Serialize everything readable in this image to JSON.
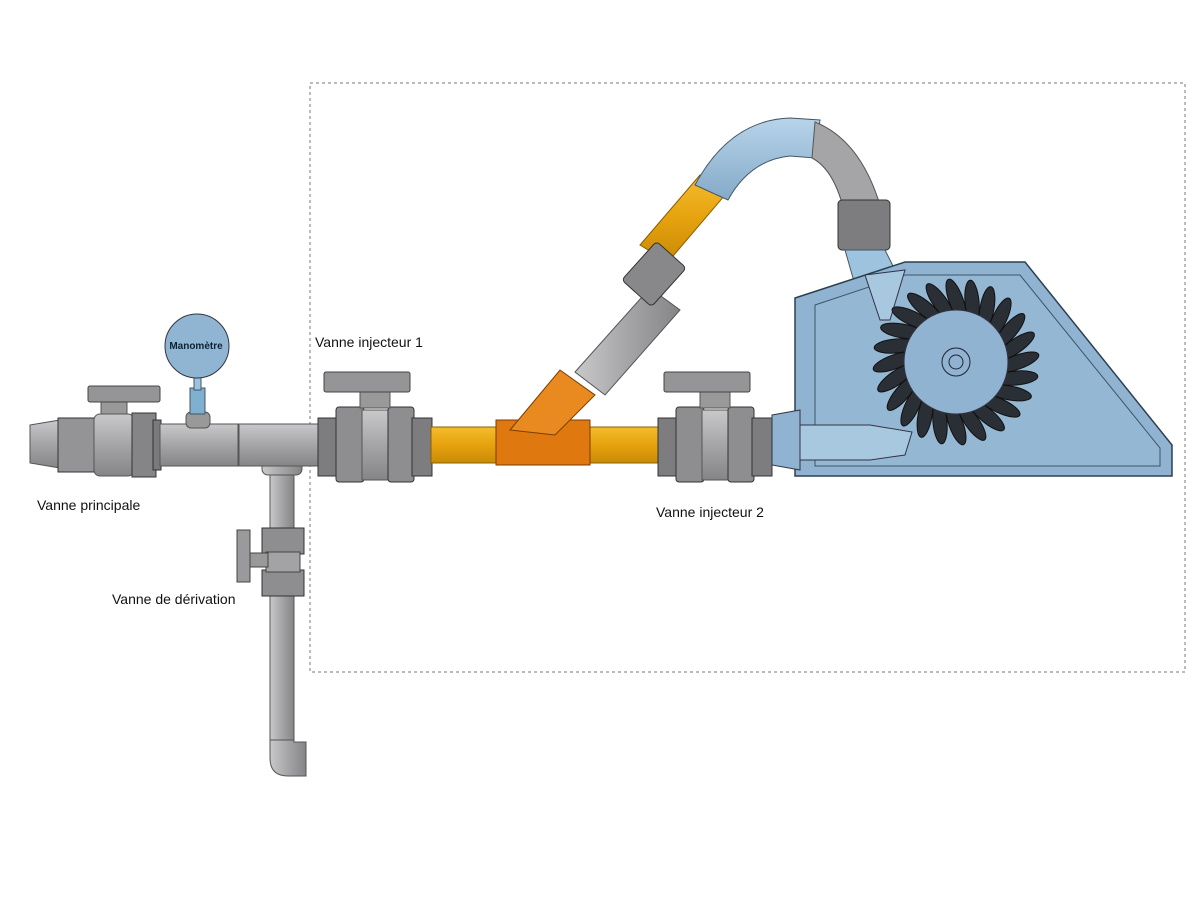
{
  "labels": {
    "manometer": "Manomètre",
    "main_valve": "Vanne principale",
    "bypass_valve": "Vanne de dérivation",
    "injector_valve_1": "Vanne injecteur 1",
    "injector_valve_2": "Vanne injecteur 2"
  },
  "colors": {
    "pvc_gray": "#a9a9ab",
    "valve_gray": "#8e8e90",
    "pipe_yellow": "#e6a20e",
    "wye_orange": "#e07810",
    "turbine_blue": "#8fb3d0",
    "elbow_blue": "#9dc3de"
  }
}
